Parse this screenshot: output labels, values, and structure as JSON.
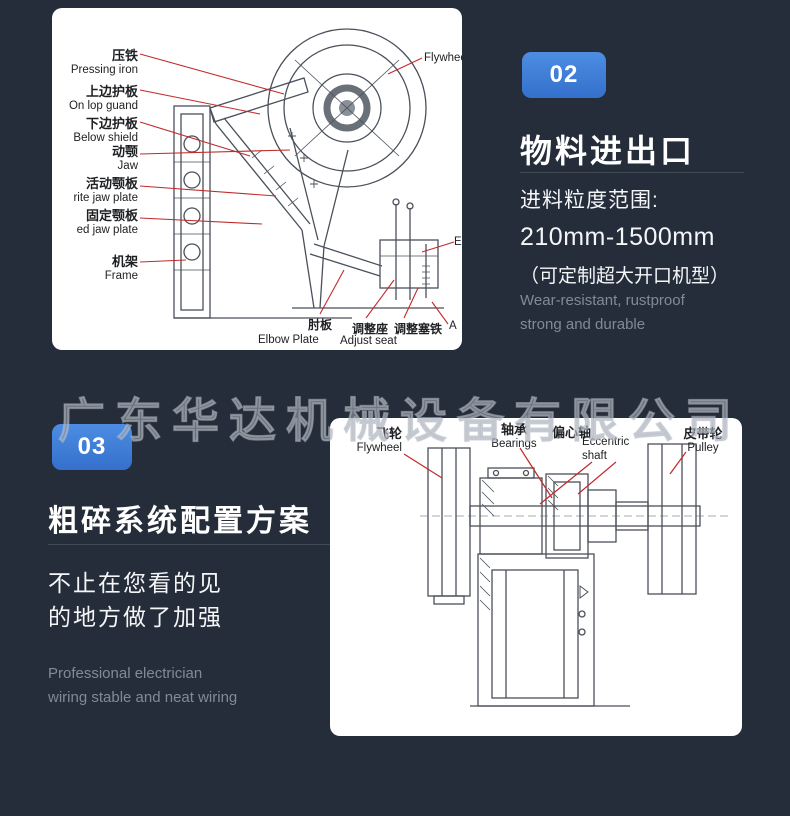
{
  "watermark": "广东华达机械设备有限公司",
  "section02": {
    "badge": "02",
    "title": "物料进出口",
    "lines": [
      "进料粒度范围:",
      "210mm-1500mm",
      "（可定制超大开口机型）"
    ],
    "note": [
      "Wear-resistant, rustproof",
      "strong and durable"
    ]
  },
  "section03": {
    "badge": "03",
    "title": "粗碎系统配置方案",
    "lines": [
      "不止在您看的见",
      "的地方做了加强"
    ],
    "note": [
      "Professional electrician",
      "wiring stable and neat wiring"
    ]
  },
  "diagram1": {
    "flywheel_label": "Flywheel",
    "side_labels": [
      {
        "zh": "压铁",
        "en": "Pressing iron"
      },
      {
        "zh": "上边护板",
        "en": "On lop guand"
      },
      {
        "zh": "下边护板",
        "en": "Below shield"
      },
      {
        "zh": "动颚",
        "en": "Jaw"
      },
      {
        "zh": "活动颚板",
        "en": "rite jaw plate"
      },
      {
        "zh": "固定颚板",
        "en": "ed jaw plate"
      },
      {
        "zh": "机架",
        "en": "Frame"
      }
    ],
    "bottom": {
      "elbow_zh": "肘板",
      "adjust_zh": "调整座",
      "plug_zh": "调整塞铁",
      "elbow_en": "Elbow Plate",
      "adjust_en": "Adjust seat",
      "right_cut": "A",
      "edge_cut": "E"
    }
  },
  "diagram2": {
    "labels": [
      {
        "zh": "飞轮",
        "en": "Flywheel"
      },
      {
        "zh": "轴承",
        "en": "Bearings"
      },
      {
        "zh": "偏心轴",
        "en": "Eccentric shaft"
      },
      {
        "zh": "皮带轮",
        "en": "Pulley"
      }
    ]
  },
  "colors": {
    "background": "#242d39",
    "badge_blue": "#3f82dc",
    "leader_red": "#c22a2a"
  }
}
